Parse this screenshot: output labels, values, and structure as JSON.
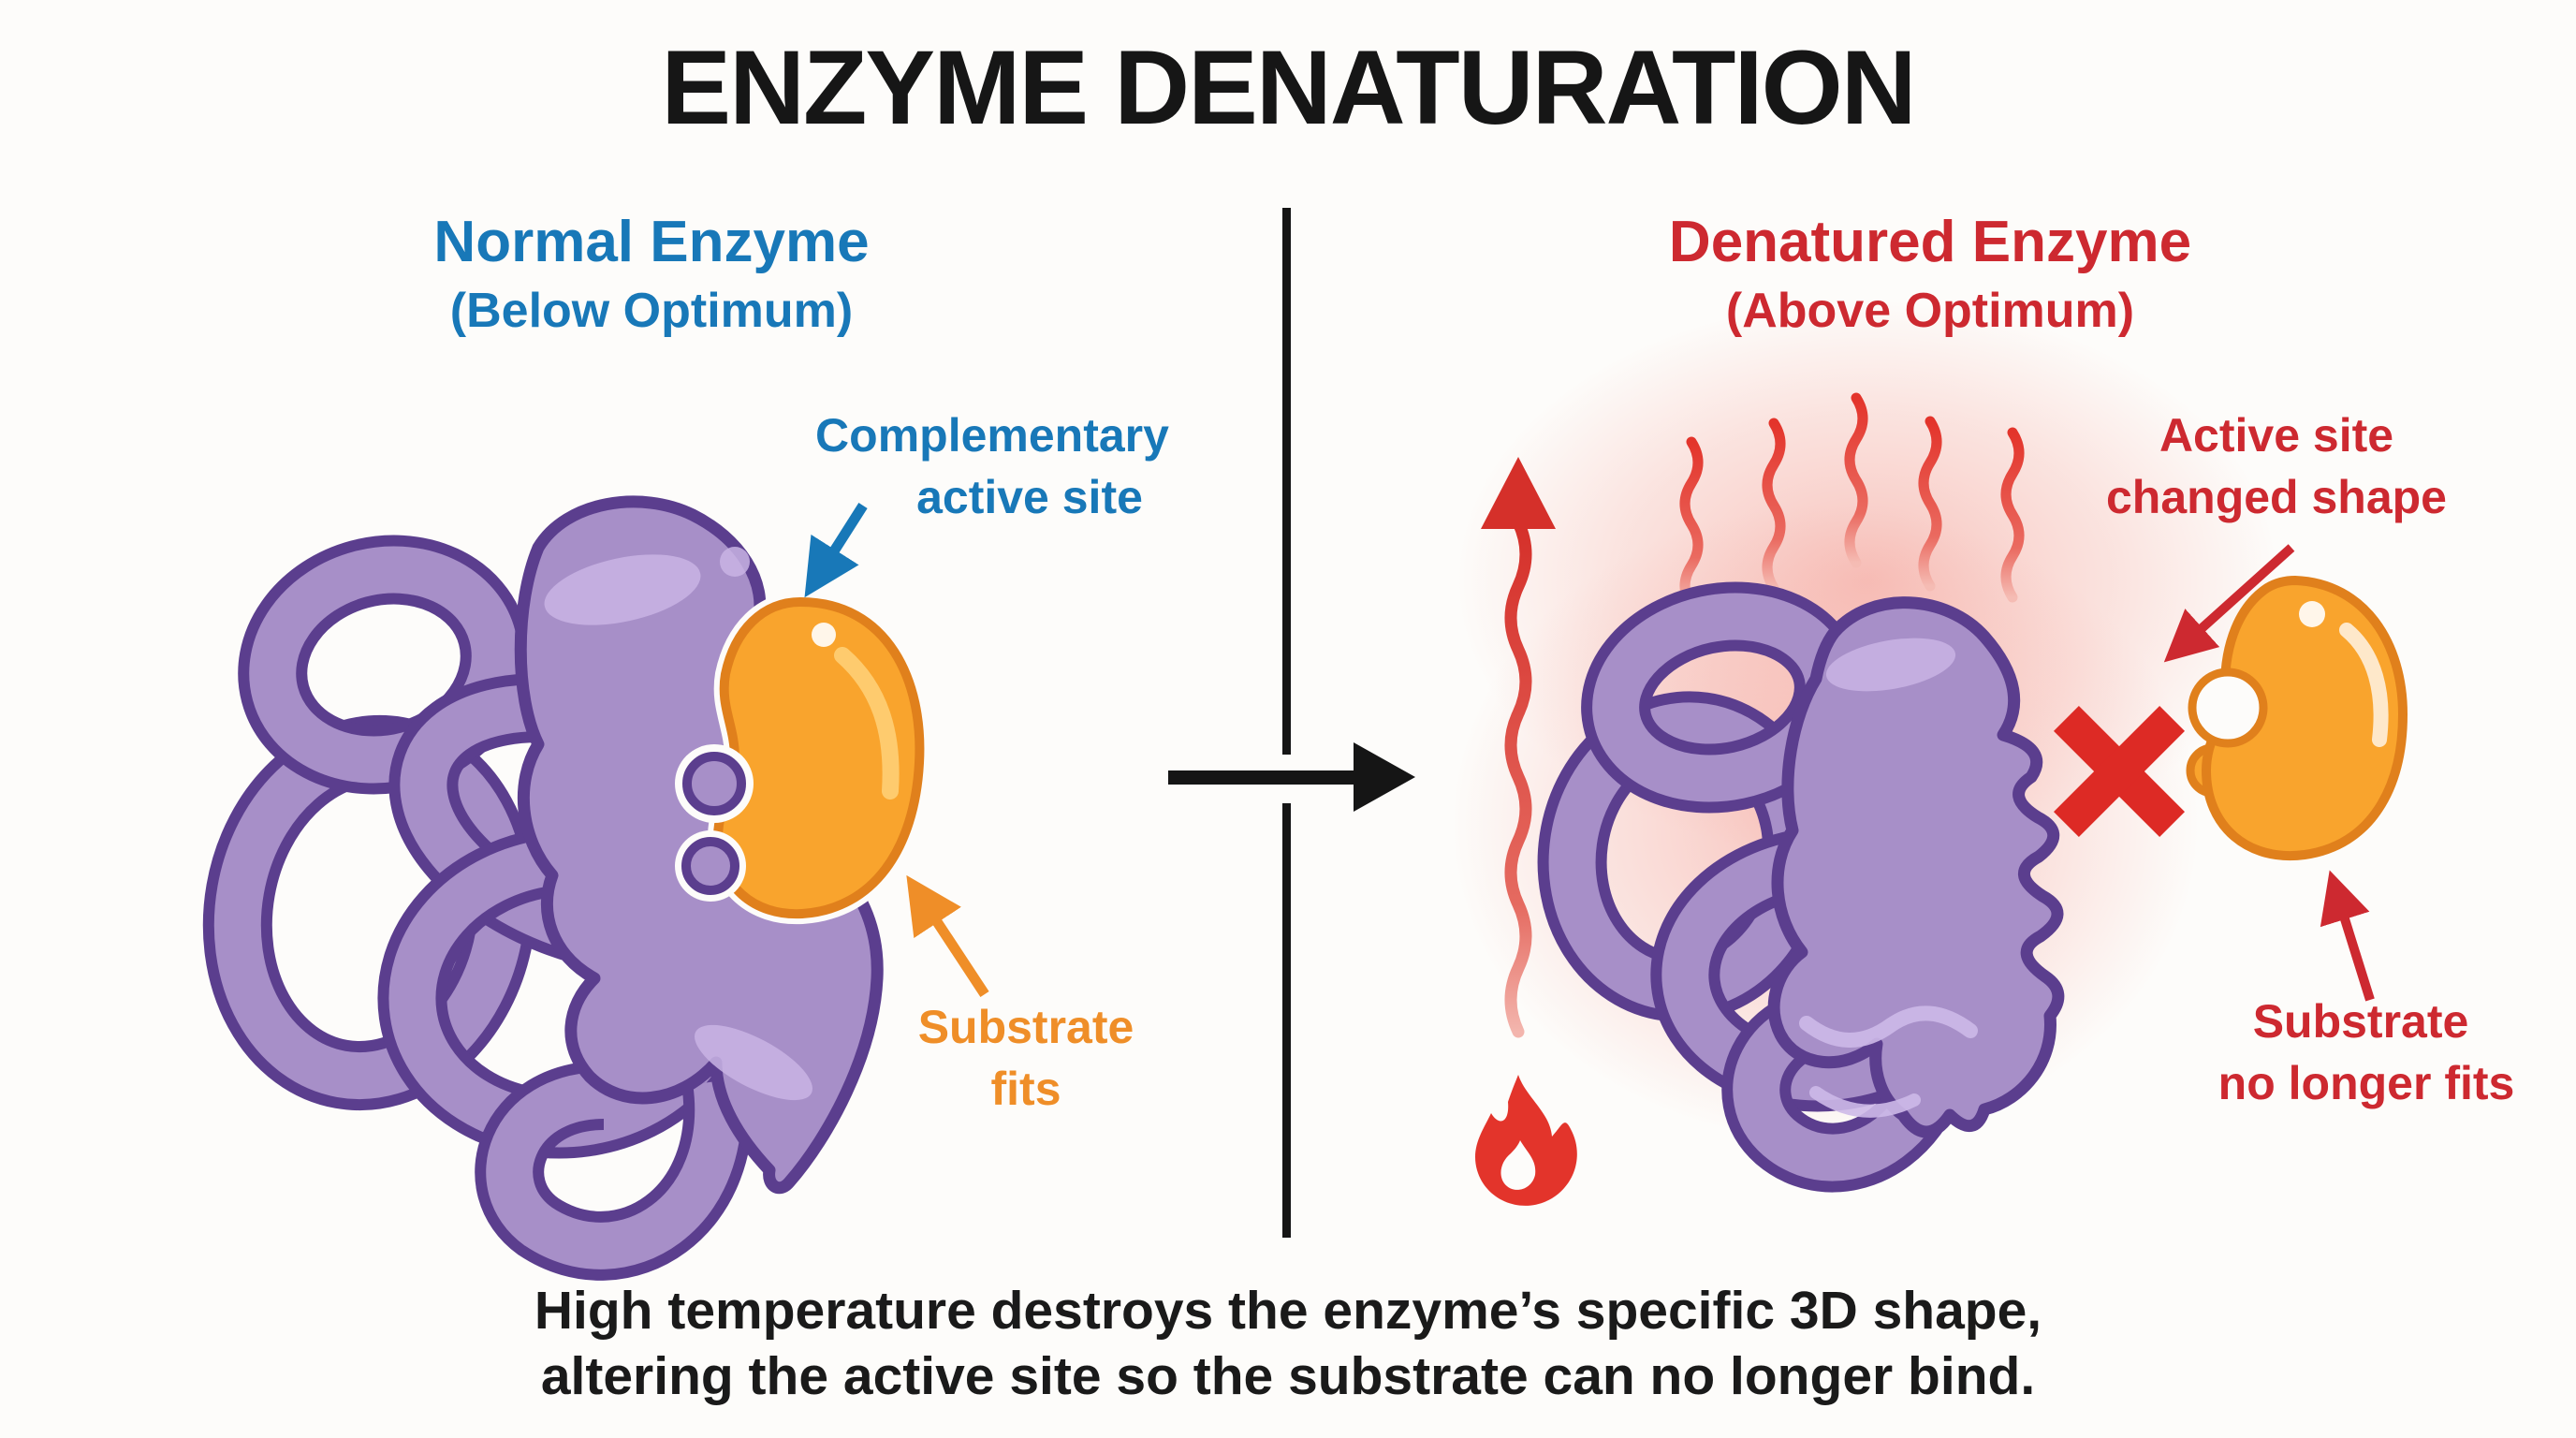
{
  "title": "ENZYME DENATURATION",
  "left_panel": {
    "heading": "Normal Enzyme",
    "subheading": "(Below Optimum)",
    "active_site_label": {
      "line1": "Complementary",
      "line2": "active site"
    },
    "substrate_label": {
      "line1": "Substrate",
      "line2": "fits"
    }
  },
  "right_panel": {
    "heading": "Denatured Enzyme",
    "subheading": "(Above Optimum)",
    "active_site_label": {
      "line1": "Active site",
      "line2": "changed shape"
    },
    "substrate_label": {
      "line1": "Substrate",
      "line2": "no longer fits"
    }
  },
  "caption": {
    "line1": "High temperature destroys the enzyme’s specific 3D shape,",
    "line2": "altering the active site so the substrate can no longer bind."
  },
  "icons": {
    "transformation_arrow": "right-arrow-icon →",
    "heat_arrow": "up-arrow-icon ↑",
    "flame": "flame-icon",
    "heat_waves": "heat-wave-icon",
    "no_fit_cross": "x-icon ✕"
  },
  "colors": {
    "normal_blue": "#1878b8",
    "denatured_red": "#cd2930",
    "substrate_orange_text": "#ef8e28",
    "substrate_fill": "#f9a42d",
    "substrate_outline": "#e0801c",
    "enzyme_purple": "#a78fc8",
    "enzyme_purple_dark": "#5b3e8e",
    "heat_red": "#e0342b",
    "text_black": "#161616",
    "background": "#fdfcfa"
  }
}
